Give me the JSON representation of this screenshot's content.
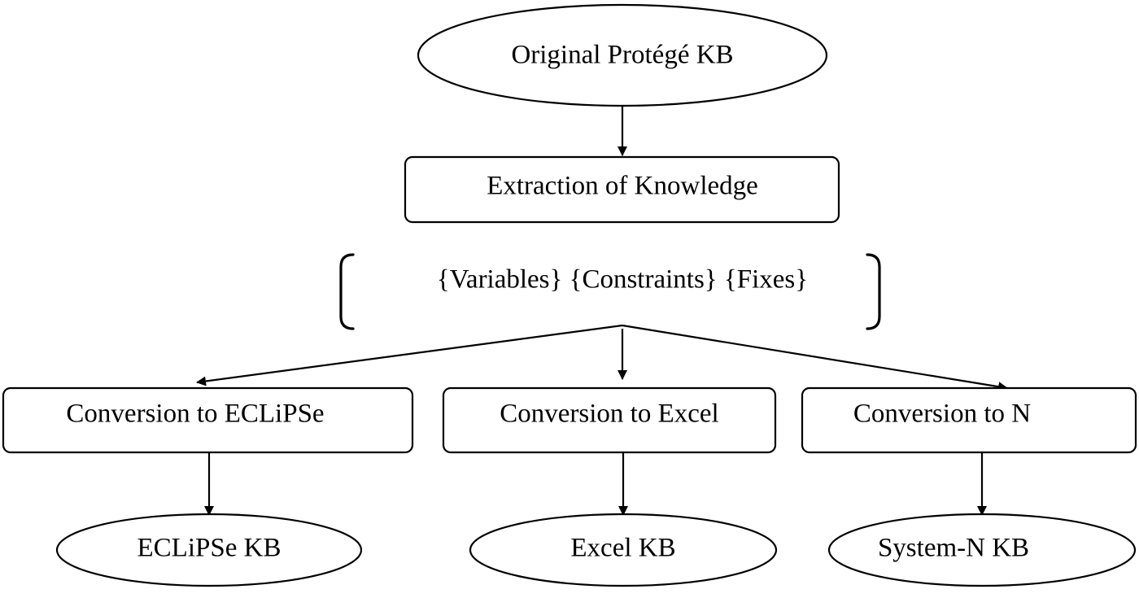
{
  "diagram": {
    "type": "flowchart",
    "source": {
      "id": "original",
      "label": "Original Protégé KB",
      "shape": "ellipse"
    },
    "extraction": {
      "id": "extraction",
      "label": "Extraction of Knowledge",
      "shape": "rounded-rectangle"
    },
    "knowledge_sets": {
      "id": "sets",
      "label": "{Variables} {Constraints} {Fixes}",
      "items": [
        "{Variables}",
        "{Constraints}",
        "{Fixes}"
      ],
      "shape": "square-brackets"
    },
    "conversions": [
      {
        "id": "conv_eclipse",
        "label": "Conversion to ECLiPSe",
        "shape": "rounded-rectangle"
      },
      {
        "id": "conv_excel",
        "label": "Conversion to Excel",
        "shape": "rounded-rectangle"
      },
      {
        "id": "conv_n",
        "label": "Conversion to N",
        "shape": "rounded-rectangle"
      }
    ],
    "outputs": [
      {
        "id": "kb_eclipse",
        "label": "ECLiPSe KB",
        "shape": "ellipse"
      },
      {
        "id": "kb_excel",
        "label": "Excel KB",
        "shape": "ellipse"
      },
      {
        "id": "kb_n",
        "label": "System-N KB",
        "shape": "ellipse"
      }
    ],
    "edges": [
      {
        "from": "original",
        "to": "extraction"
      },
      {
        "from": "sets",
        "to": "conv_eclipse"
      },
      {
        "from": "sets",
        "to": "conv_excel"
      },
      {
        "from": "sets",
        "to": "conv_n"
      },
      {
        "from": "conv_eclipse",
        "to": "kb_eclipse"
      },
      {
        "from": "conv_excel",
        "to": "kb_excel"
      },
      {
        "from": "conv_n",
        "to": "kb_n"
      }
    ],
    "colors": {
      "stroke": "#000000",
      "fill": "#ffffff",
      "text": "#000000"
    }
  }
}
